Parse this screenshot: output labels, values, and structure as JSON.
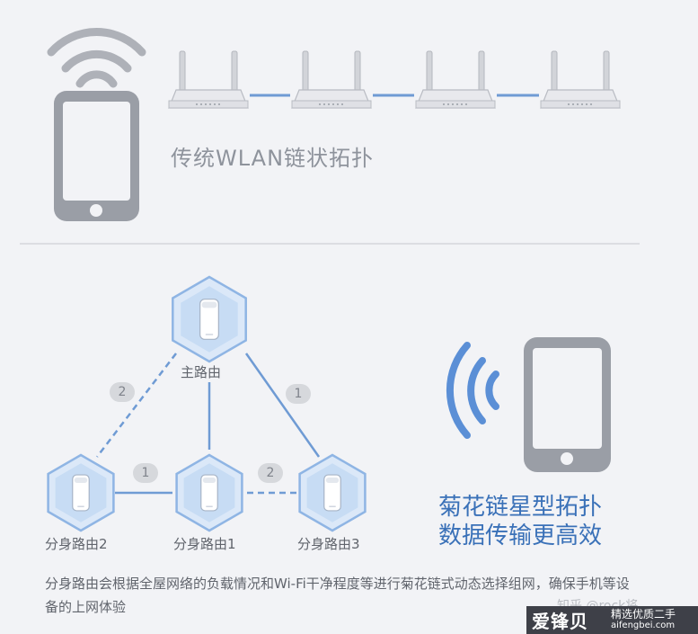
{
  "top": {
    "chain_title": "传统WLAN链状拓扑",
    "router_count": 4
  },
  "mesh": {
    "main_label": "主路由",
    "sub_labels": [
      "分身路由2",
      "分身路由1",
      "分身路由3"
    ],
    "links": [
      {
        "from": "主路由",
        "to": "分身路由2",
        "badge": "2",
        "style": "dashed"
      },
      {
        "from": "主路由",
        "to": "分身路由3",
        "badge": "1",
        "style": "solid"
      },
      {
        "from": "主路由",
        "to": "分身路由1",
        "badge": "",
        "style": "solid"
      },
      {
        "from": "分身路由2",
        "to": "分身路由1",
        "badge": "1",
        "style": "solid"
      },
      {
        "from": "分身路由1",
        "to": "分身路由3",
        "badge": "2",
        "style": "dashed"
      }
    ],
    "title_line1": "菊花链星型拓扑",
    "title_line2": "数据传输更高效",
    "description": "分身路由会根据全屋网络的负载情况和Wi-Fi干净程度等进行菊花链式动态选择组网，确保手机等设备的上网体验"
  },
  "watermark": {
    "zhihu": "知乎 @rock将",
    "brand": "爱锋贝",
    "sub1": "精选优质二手",
    "sub2": "aifengbei.com"
  },
  "colors": {
    "background": "#f2f3f6",
    "gray_icon": "#9a9ea6",
    "wifi_top": "#aeb1b8",
    "link_blue": "#6f9bd4",
    "hex_light": "#dbe8f8",
    "hex_border": "#8fb5e4",
    "wifi_blue": "#5b8fd6",
    "title_blue": "#3a71b8"
  },
  "icons": [
    "wifi-icon",
    "phone-icon",
    "router-icon",
    "mesh-node-icon"
  ]
}
